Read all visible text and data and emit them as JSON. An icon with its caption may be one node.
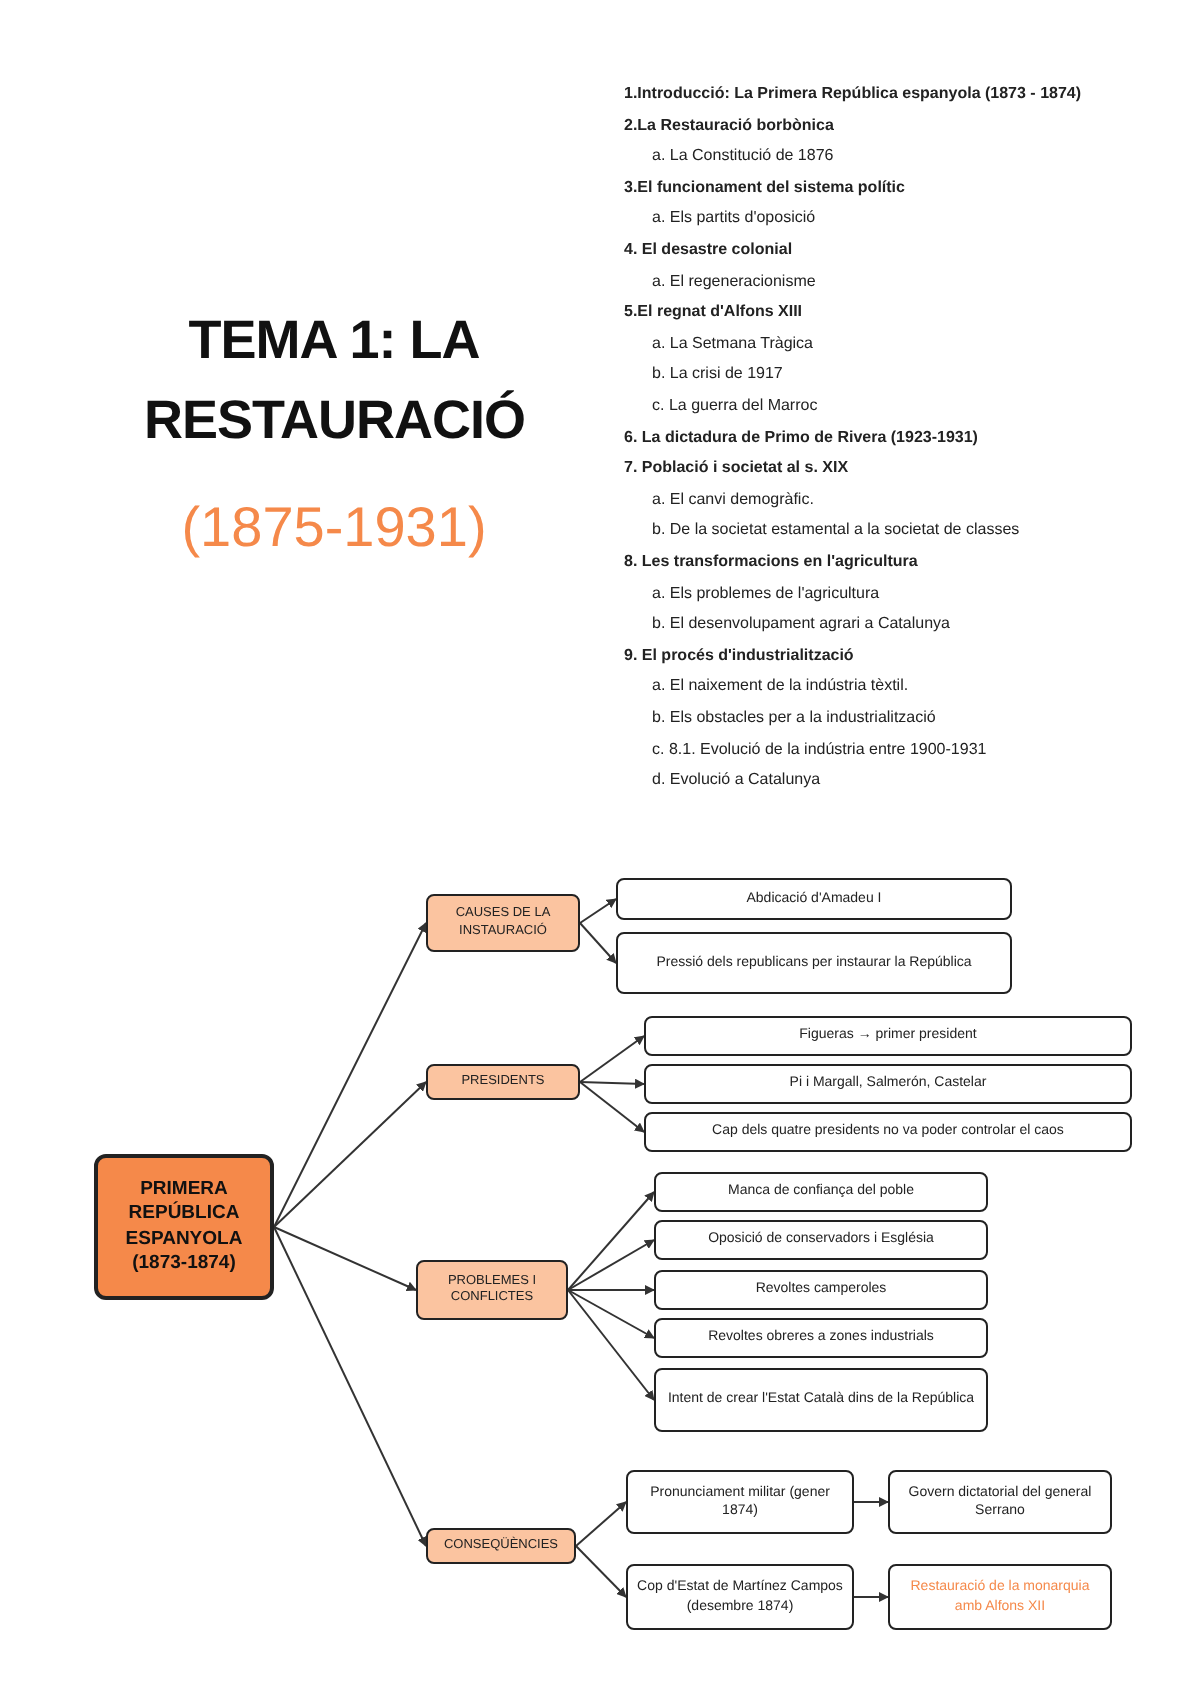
{
  "diagram": {
    "title": "TEMA 1: LA RESTAURACIÓ",
    "nodes": [
      {
        "text": [
          "PRIMERA REPÚBLICA ESPANYOLA",
          "(1873-1874)"
        ]
      },
      {
        "text": [
          "CAUSES DE LA INSTAURACIÓ"
        ]
      },
      {
        "text": [
          "Abdicació d'Amadeu I"
        ]
      },
      {
        "text": [
          "Pressió dels republicans per instaurar la República"
        ]
      },
      {
        "text": [
          "PRESIDENTS"
        ]
      },
      {
        "text": [
          "Figueras → primer president"
        ]
      },
      {
        "text": [
          "Pi i Margall, Salmerón, Castelar"
        ]
      },
      {
        "text": [
          "Cap dels quatre presidents no va poder controlar el caos"
        ]
      },
      {
        "text": [
          "PROBLEMES I CONFLICTES"
        ]
      },
      {
        "text": [
          "Manca de confiança del poble"
        ]
      },
      {
        "text": [
          "Oposició de conservadors i Església"
        ]
      },
      {
        "text": [
          "Revoltes camperoles"
        ]
      },
      {
        "text": [
          "Revoltes obreres a zones industrials"
        ]
      },
      {
        "text": [
          "Intent de crear l'Estat Català dins de la República"
        ]
      },
      {
        "text": [
          "CONSEQÜÈNCIES"
        ]
      },
      {
        "text": [
          "Pronunciament militar (gener 1874)"
        ]
      },
      {
        "text": [
          "Govern dictatorial del general Serrano"
        ]
      },
      {
        "text": [
          "Cop d'Estat de Martínez Campos (desembre 1874)"
        ]
      },
      {
        "text": [
          "Restauració de la monarquia amb Alfons XII"
        ]
      }
    ],
    "edges": [
      {
        "from": 0,
        "to": 1,
        "arrow": "to"
      },
      {
        "from": 0,
        "to": 4,
        "arrow": "to"
      },
      {
        "from": 0,
        "to": 8,
        "arrow": "to"
      },
      {
        "from": 0,
        "to": 14,
        "arrow": "to"
      },
      {
        "from": 1,
        "to": 2,
        "arrow": "to"
      },
      {
        "from": 1,
        "to": 3,
        "arrow": "to"
      },
      {
        "from": 4,
        "to": 5,
        "arrow": "to"
      },
      {
        "from": 4,
        "to": 6,
        "arrow": "to"
      },
      {
        "from": 4,
        "to": 7,
        "arrow": "to"
      },
      {
        "from": 8,
        "to": 9,
        "arrow": "to"
      },
      {
        "from": 8,
        "to": 10,
        "arrow": "to"
      },
      {
        "from": 8,
        "to": 11,
        "arrow": "to"
      },
      {
        "from": 8,
        "to": 12,
        "arrow": "to"
      },
      {
        "from": 8,
        "to": 13,
        "arrow": "to"
      },
      {
        "from": 14,
        "to": 15,
        "arrow": "to"
      },
      {
        "from": 14,
        "to": 17,
        "arrow": "to"
      },
      {
        "from": 15,
        "to": 16,
        "arrow": "to"
      },
      {
        "from": 17,
        "to": 18,
        "arrow": "to"
      }
    ],
    "labels": [
      "(1875-1931)",
      "1.Introducció: La Primera República espanyola (1873 - 1874)",
      "2.La Restauració borbònica",
      "a. La Constitució de 1876",
      "3.El funcionament del sistema polític",
      "a. Els partits d'oposició",
      "4. El desastre colonial",
      "a. El regeneracionisme",
      "5.El regnat d'Alfons XIII",
      "a. La Setmana Tràgica",
      "b. La crisi de 1917",
      "c. La guerra del Marroc",
      "6. La dictadura de Primo de Rivera (1923-1931)",
      "7. Població i societat al s. XIX",
      "a. El canvi demogràfic.",
      "b. De la societat estamental a la societat de classes",
      "8. Les transformacions en l'agricultura",
      "a. Els problemes de l'agricultura",
      "b. El desenvolupament agrari a Catalunya",
      "9. El procés d'industrialització",
      "a. El naixement de la indústria tèxtil.",
      "b. Els obstacles per a la industrialització",
      "c. 8.1. Evolució de la indústria entre 1900-1931",
      "d. Evolució a Catalunya"
    ]
  }
}
